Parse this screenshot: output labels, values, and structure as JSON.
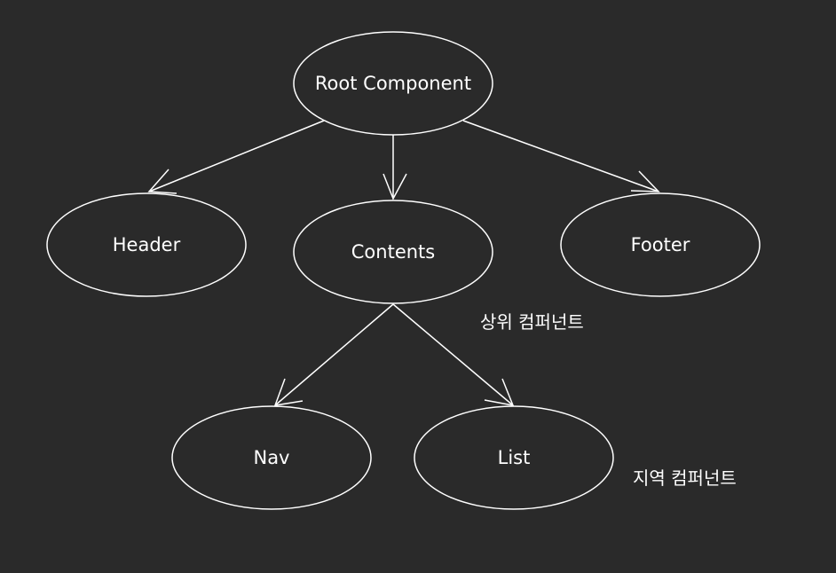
{
  "nodes": {
    "root": "Root Component",
    "header": "Header",
    "contents": "Contents",
    "footer": "Footer",
    "nav": "Nav",
    "list": "List"
  },
  "annotations": {
    "upper": "상위 컴퍼넌트",
    "local": "지역 컴퍼넌트"
  },
  "colors": {
    "background": "#2a2a2a",
    "stroke": "#ffffff",
    "text": "#ffffff"
  }
}
